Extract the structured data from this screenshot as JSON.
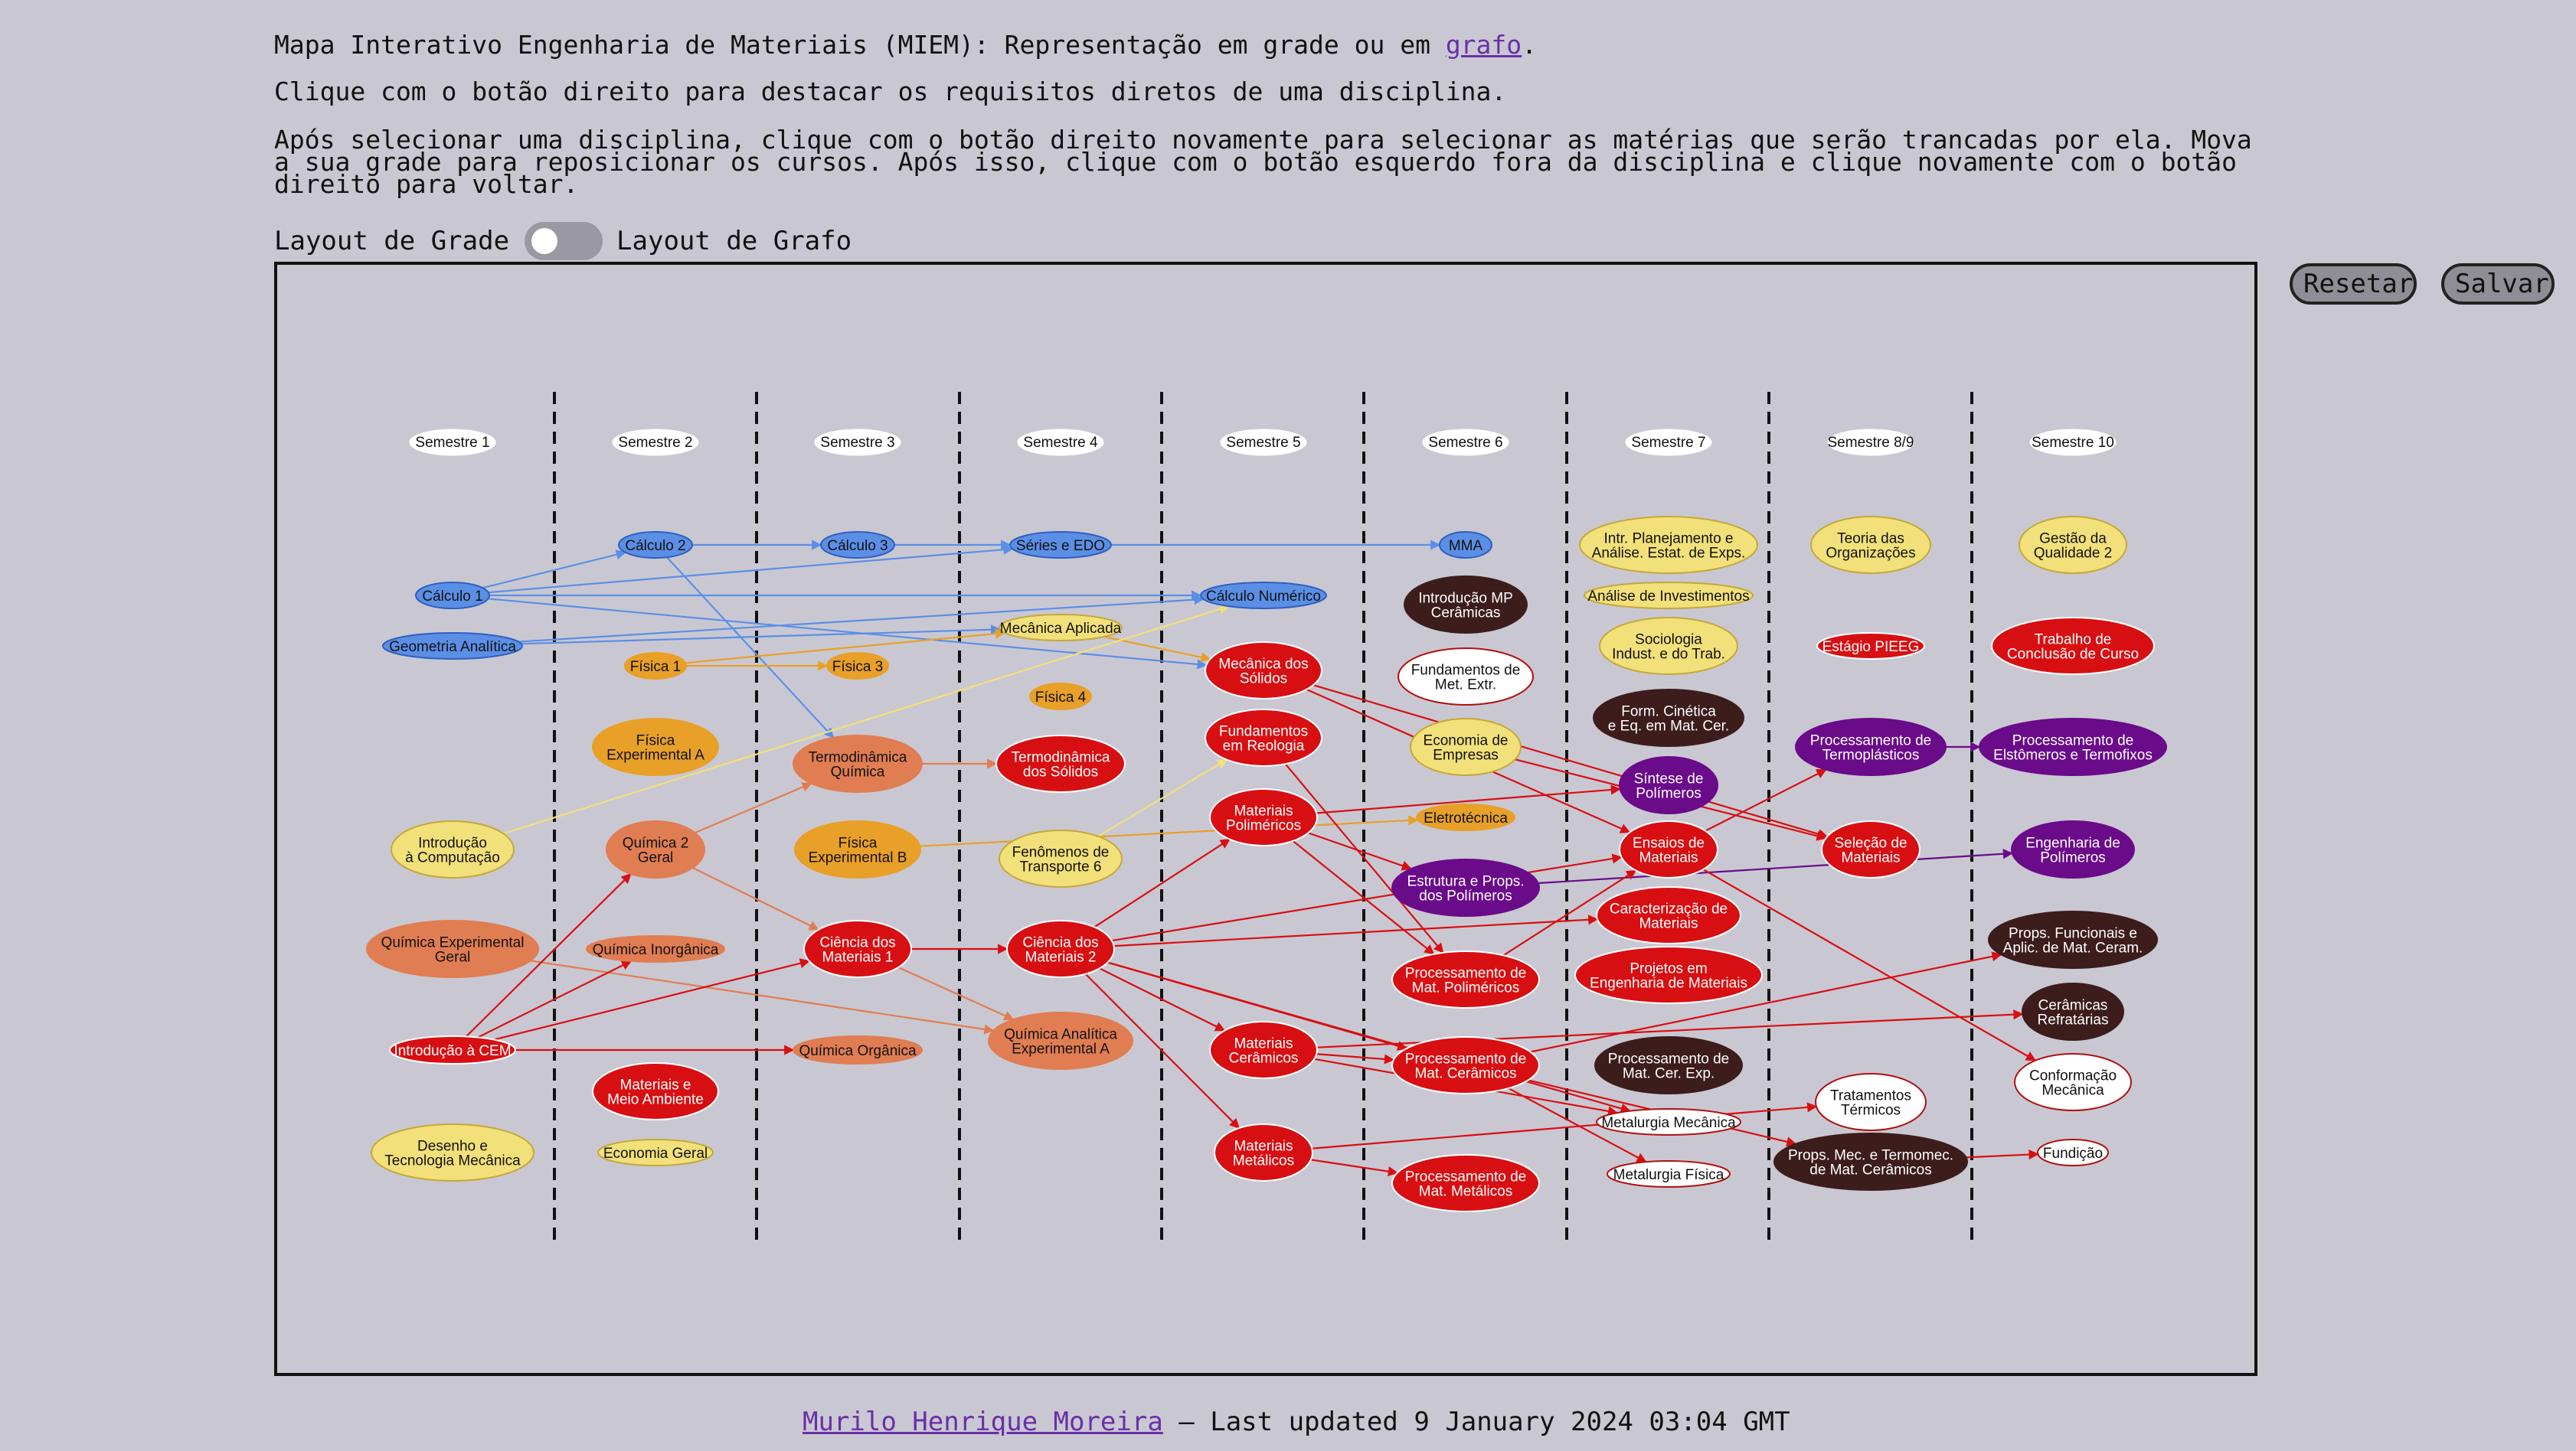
{
  "intro": {
    "line1_prefix": "Mapa Interativo Engenharia de Materiais (MIEM): Representação em grade ou em ",
    "line1_link": "grafo",
    "line1_suffix": ".",
    "line2": "Clique com o botão direito para destacar os requisitos diretos de uma disciplina.",
    "line3": "Após selecionar uma disciplina, clique com o botão direito novamente para selecionar as matérias que serão trancadas por ela. Mova a sua grade para reposicionar os cursos. Após isso, clique com o botão esquerdo fora da disciplina e clique novamente com o botão direito para voltar."
  },
  "toggle": {
    "left_label": "Layout de Grade",
    "right_label": "Layout de Grafo",
    "state": "off"
  },
  "buttons": {
    "reset": "Resetar",
    "save": "Salvar"
  },
  "footer": {
    "author": "Murilo Henrique Moreira",
    "updated": " – Last updated 9 January 2024 03:04 GMT"
  },
  "colors": {
    "background": "#c9c8d2",
    "link": "#6a2fa8",
    "blue": "#5b8fe6",
    "orange": "#e8a028",
    "salmon": "#e07d52",
    "yellow": "#f2e07a",
    "red": "#d80f12",
    "dark": "#3d1c1c",
    "purple": "#6a0b8a",
    "white": "#ffffff"
  },
  "graph": {
    "semesters": [
      "Semestre 1",
      "Semestre 2",
      "Semestre 3",
      "Semestre 4",
      "Semestre 5",
      "Semestre 6",
      "Semestre 7",
      "Semestre 8/9",
      "Semestre 10"
    ],
    "nodes": [
      {
        "id": "calc1",
        "label": [
          "Cálculo 1"
        ],
        "color": "blue"
      },
      {
        "id": "geo",
        "label": [
          "Geometria Analítica"
        ],
        "color": "blue"
      },
      {
        "id": "introcomp",
        "label": [
          "Introdução",
          "à Computação"
        ],
        "color": "yellow"
      },
      {
        "id": "qexp",
        "label": [
          "Química Experimental",
          "Geral"
        ],
        "color": "salmon"
      },
      {
        "id": "introcem",
        "label": [
          "Introdução à CEM"
        ],
        "color": "red"
      },
      {
        "id": "desenho",
        "label": [
          "Desenho e",
          "Tecnologia Mecânica"
        ],
        "color": "yellow"
      },
      {
        "id": "calc2",
        "label": [
          "Cálculo 2"
        ],
        "color": "blue"
      },
      {
        "id": "fis1",
        "label": [
          "Física 1"
        ],
        "color": "orange"
      },
      {
        "id": "fexpa",
        "label": [
          "Física",
          "Experimental A"
        ],
        "color": "orange"
      },
      {
        "id": "q2",
        "label": [
          "Química 2",
          "Geral"
        ],
        "color": "salmon"
      },
      {
        "id": "qinorg",
        "label": [
          "Química Inorgânica"
        ],
        "color": "salmon"
      },
      {
        "id": "mma",
        "label": [
          "Materiais e",
          "Meio Ambiente"
        ],
        "color": "red"
      },
      {
        "id": "econ",
        "label": [
          "Economia Geral"
        ],
        "color": "yellow"
      },
      {
        "id": "calc3",
        "label": [
          "Cálculo 3"
        ],
        "color": "blue"
      },
      {
        "id": "fis3",
        "label": [
          "Física 3"
        ],
        "color": "orange"
      },
      {
        "id": "termoq",
        "label": [
          "Termodinâmica",
          "Química"
        ],
        "color": "salmon"
      },
      {
        "id": "fexpb",
        "label": [
          "Física",
          "Experimental B"
        ],
        "color": "orange"
      },
      {
        "id": "cm1",
        "label": [
          "Ciência dos",
          "Materiais 1"
        ],
        "color": "red"
      },
      {
        "id": "qorg",
        "label": [
          "Química Orgânica"
        ],
        "color": "salmon"
      },
      {
        "id": "series",
        "label": [
          "Séries e EDO"
        ],
        "color": "blue"
      },
      {
        "id": "mecap",
        "label": [
          "Mecânica Aplicada"
        ],
        "color": "yellow"
      },
      {
        "id": "fis4",
        "label": [
          "Física 4"
        ],
        "color": "orange"
      },
      {
        "id": "termos",
        "label": [
          "Termodinâmica",
          "dos Sólidos"
        ],
        "color": "red"
      },
      {
        "id": "fen",
        "label": [
          "Fenômenos de",
          "Transporte 6"
        ],
        "color": "yellow"
      },
      {
        "id": "cm2",
        "label": [
          "Ciência dos",
          "Materiais 2"
        ],
        "color": "red"
      },
      {
        "id": "qanal",
        "label": [
          "Química Analítica",
          "Experimental A"
        ],
        "color": "salmon"
      },
      {
        "id": "calcnum",
        "label": [
          "Cálculo Numérico"
        ],
        "color": "blue"
      },
      {
        "id": "mecsol",
        "label": [
          "Mecânica dos",
          "Sólidos"
        ],
        "color": "red"
      },
      {
        "id": "reol",
        "label": [
          "Fundamentos",
          "em Reologia"
        ],
        "color": "red"
      },
      {
        "id": "mpol",
        "label": [
          "Materiais",
          "Poliméricos"
        ],
        "color": "red"
      },
      {
        "id": "mcer",
        "label": [
          "Materiais",
          "Cerâmicos"
        ],
        "color": "red"
      },
      {
        "id": "mmet",
        "label": [
          "Materiais",
          "Metálicos"
        ],
        "color": "red"
      },
      {
        "id": "mmaS6",
        "label": [
          "MMA"
        ],
        "color": "blue"
      },
      {
        "id": "intromp",
        "label": [
          "Introdução MP",
          "Cerâmicas"
        ],
        "color": "dark"
      },
      {
        "id": "fundmet",
        "label": [
          "Fundamentos de",
          "Met. Extr."
        ],
        "color": "white"
      },
      {
        "id": "econemp",
        "label": [
          "Economia de",
          "Empresas"
        ],
        "color": "yellow"
      },
      {
        "id": "eletro",
        "label": [
          "Eletrotécnica"
        ],
        "color": "orange"
      },
      {
        "id": "estpol",
        "label": [
          "Estrutura e Props.",
          "dos Polímeros"
        ],
        "color": "purple"
      },
      {
        "id": "procpol",
        "label": [
          "Processamento de",
          "Mat. Poliméricos"
        ],
        "color": "red"
      },
      {
        "id": "proccer",
        "label": [
          "Processamento de",
          "Mat. Cerâmicos"
        ],
        "color": "red"
      },
      {
        "id": "procmet",
        "label": [
          "Processamento de",
          "Mat. Metálicos"
        ],
        "color": "red"
      },
      {
        "id": "intrplan",
        "label": [
          "Intr. Planejamento e",
          "Análise. Estat. de Exps."
        ],
        "color": "yellow"
      },
      {
        "id": "analinv",
        "label": [
          "Análise de Investimentos"
        ],
        "color": "yellow"
      },
      {
        "id": "socio",
        "label": [
          "Sociologia",
          "Indust. e do Trab."
        ],
        "color": "yellow"
      },
      {
        "id": "formcin",
        "label": [
          "Form. Cinética",
          "e Eq. em Mat. Cer."
        ],
        "color": "dark"
      },
      {
        "id": "sintpol",
        "label": [
          "Síntese de",
          "Polímeros"
        ],
        "color": "purple"
      },
      {
        "id": "ensaios",
        "label": [
          "Ensaios de",
          "Materiais"
        ],
        "color": "red"
      },
      {
        "id": "carac",
        "label": [
          "Caracterização de",
          "Materiais"
        ],
        "color": "red"
      },
      {
        "id": "proj",
        "label": [
          "Projetos em",
          "Engenharia de Materiais"
        ],
        "color": "red"
      },
      {
        "id": "procexp",
        "label": [
          "Processamento de",
          "Mat. Cer. Exp."
        ],
        "color": "dark"
      },
      {
        "id": "metmec",
        "label": [
          "Metalurgia Mecânica"
        ],
        "color": "white"
      },
      {
        "id": "metfis",
        "label": [
          "Metalurgia Física"
        ],
        "color": "white"
      },
      {
        "id": "teoria",
        "label": [
          "Teoria das",
          "Organizações"
        ],
        "color": "yellow"
      },
      {
        "id": "estagio",
        "label": [
          "Estágio PIEEG"
        ],
        "color": "red"
      },
      {
        "id": "proctermo",
        "label": [
          "Processamento de",
          "Termoplásticos"
        ],
        "color": "purple"
      },
      {
        "id": "selecao",
        "label": [
          "Seleção de",
          "Materiais"
        ],
        "color": "red"
      },
      {
        "id": "tratter",
        "label": [
          "Tratamentos",
          "Térmicos"
        ],
        "color": "white"
      },
      {
        "id": "propsmec",
        "label": [
          "Props. Mec. e Termomec.",
          "de Mat. Cerâmicos"
        ],
        "color": "dark"
      },
      {
        "id": "gestao",
        "label": [
          "Gestão da",
          "Qualidade 2"
        ],
        "color": "yellow"
      },
      {
        "id": "tcc",
        "label": [
          "Trabalho de",
          "Conclusão de Curso"
        ],
        "color": "red"
      },
      {
        "id": "procelast",
        "label": [
          "Processamento de",
          "Elstômeros e Termofixos"
        ],
        "color": "purple"
      },
      {
        "id": "engpol",
        "label": [
          "Engenharia de",
          "Polímeros"
        ],
        "color": "purple"
      },
      {
        "id": "propsfun",
        "label": [
          "Props. Funcionais e",
          "Aplic. de Mat. Ceram."
        ],
        "color": "dark"
      },
      {
        "id": "ceramref",
        "label": [
          "Cerâmicas",
          "Refratárias"
        ],
        "color": "dark"
      },
      {
        "id": "conform",
        "label": [
          "Conformação",
          "Mecânica"
        ],
        "color": "white"
      },
      {
        "id": "fundicao",
        "label": [
          "Fundição"
        ],
        "color": "white"
      }
    ],
    "edges": [
      {
        "from": "calc1",
        "to": "calc2",
        "color": "blue"
      },
      {
        "from": "calc1",
        "to": "series",
        "color": "blue"
      },
      {
        "from": "calc1",
        "to": "calcnum",
        "color": "blue"
      },
      {
        "from": "calc1",
        "to": "mecsol",
        "color": "blue"
      },
      {
        "from": "geo",
        "to": "calcnum",
        "color": "blue"
      },
      {
        "from": "geo",
        "to": "mecap",
        "color": "blue"
      },
      {
        "from": "calc2",
        "to": "calc3",
        "color": "blue"
      },
      {
        "from": "calc2",
        "to": "termoq",
        "color": "blue"
      },
      {
        "from": "calc3",
        "to": "series",
        "color": "blue"
      },
      {
        "from": "series",
        "to": "mmaS6",
        "color": "blue"
      },
      {
        "from": "fis1",
        "to": "fis3",
        "color": "orange"
      },
      {
        "from": "fis1",
        "to": "mecap",
        "color": "orange"
      },
      {
        "from": "mecap",
        "to": "mecsol",
        "color": "orange"
      },
      {
        "from": "introcomp",
        "to": "calcnum",
        "color": "yellow"
      },
      {
        "from": "q2",
        "to": "termoq",
        "color": "salmon"
      },
      {
        "from": "q2",
        "to": "cm1",
        "color": "salmon"
      },
      {
        "from": "qexp",
        "to": "qanal",
        "color": "salmon"
      },
      {
        "from": "termoq",
        "to": "termos",
        "color": "salmon"
      },
      {
        "from": "cm1",
        "to": "qanal",
        "color": "salmon"
      },
      {
        "from": "fexpb",
        "to": "eletro",
        "color": "orange"
      },
      {
        "from": "fen",
        "to": "reol",
        "color": "yellow"
      },
      {
        "from": "introcem",
        "to": "q2",
        "color": "red"
      },
      {
        "from": "introcem",
        "to": "qinorg",
        "color": "red"
      },
      {
        "from": "introcem",
        "to": "cm1",
        "color": "red"
      },
      {
        "from": "introcem",
        "to": "qorg",
        "color": "red"
      },
      {
        "from": "cm1",
        "to": "cm2",
        "color": "red"
      },
      {
        "from": "cm2",
        "to": "mpol",
        "color": "red"
      },
      {
        "from": "cm2",
        "to": "mcer",
        "color": "red"
      },
      {
        "from": "cm2",
        "to": "mmet",
        "color": "red"
      },
      {
        "from": "cm2",
        "to": "ensaios",
        "color": "red"
      },
      {
        "from": "cm2",
        "to": "carac",
        "color": "red"
      },
      {
        "from": "cm2",
        "to": "proccer",
        "color": "red"
      },
      {
        "from": "cm2",
        "to": "metmec",
        "color": "red"
      },
      {
        "from": "mecsol",
        "to": "ensaios",
        "color": "red"
      },
      {
        "from": "mecsol",
        "to": "selecao",
        "color": "red"
      },
      {
        "from": "reol",
        "to": "procpol",
        "color": "red"
      },
      {
        "from": "mpol",
        "to": "estpol",
        "color": "red"
      },
      {
        "from": "mpol",
        "to": "procpol",
        "color": "red"
      },
      {
        "from": "mpol",
        "to": "sintpol",
        "color": "red"
      },
      {
        "from": "mcer",
        "to": "proccer",
        "color": "red"
      },
      {
        "from": "mcer",
        "to": "metmec",
        "color": "red"
      },
      {
        "from": "mcer",
        "to": "ceramref",
        "color": "red"
      },
      {
        "from": "mmet",
        "to": "procmet",
        "color": "red"
      },
      {
        "from": "mmet",
        "to": "tratter",
        "color": "red"
      },
      {
        "from": "estpol",
        "to": "engpol",
        "color": "purple"
      },
      {
        "from": "procpol",
        "to": "ensaios",
        "color": "red"
      },
      {
        "from": "proccer",
        "to": "propsfun",
        "color": "red"
      },
      {
        "from": "proccer",
        "to": "propsmec",
        "color": "red"
      },
      {
        "from": "proccer",
        "to": "metfis",
        "color": "red"
      },
      {
        "from": "ensaios",
        "to": "proctermo",
        "color": "red"
      },
      {
        "from": "ensaios",
        "to": "conform",
        "color": "red"
      },
      {
        "from": "econemp",
        "to": "selecao",
        "color": "red"
      },
      {
        "from": "proctermo",
        "to": "procelast",
        "color": "purple"
      },
      {
        "from": "propsmec",
        "to": "fundicao",
        "color": "red"
      }
    ]
  }
}
